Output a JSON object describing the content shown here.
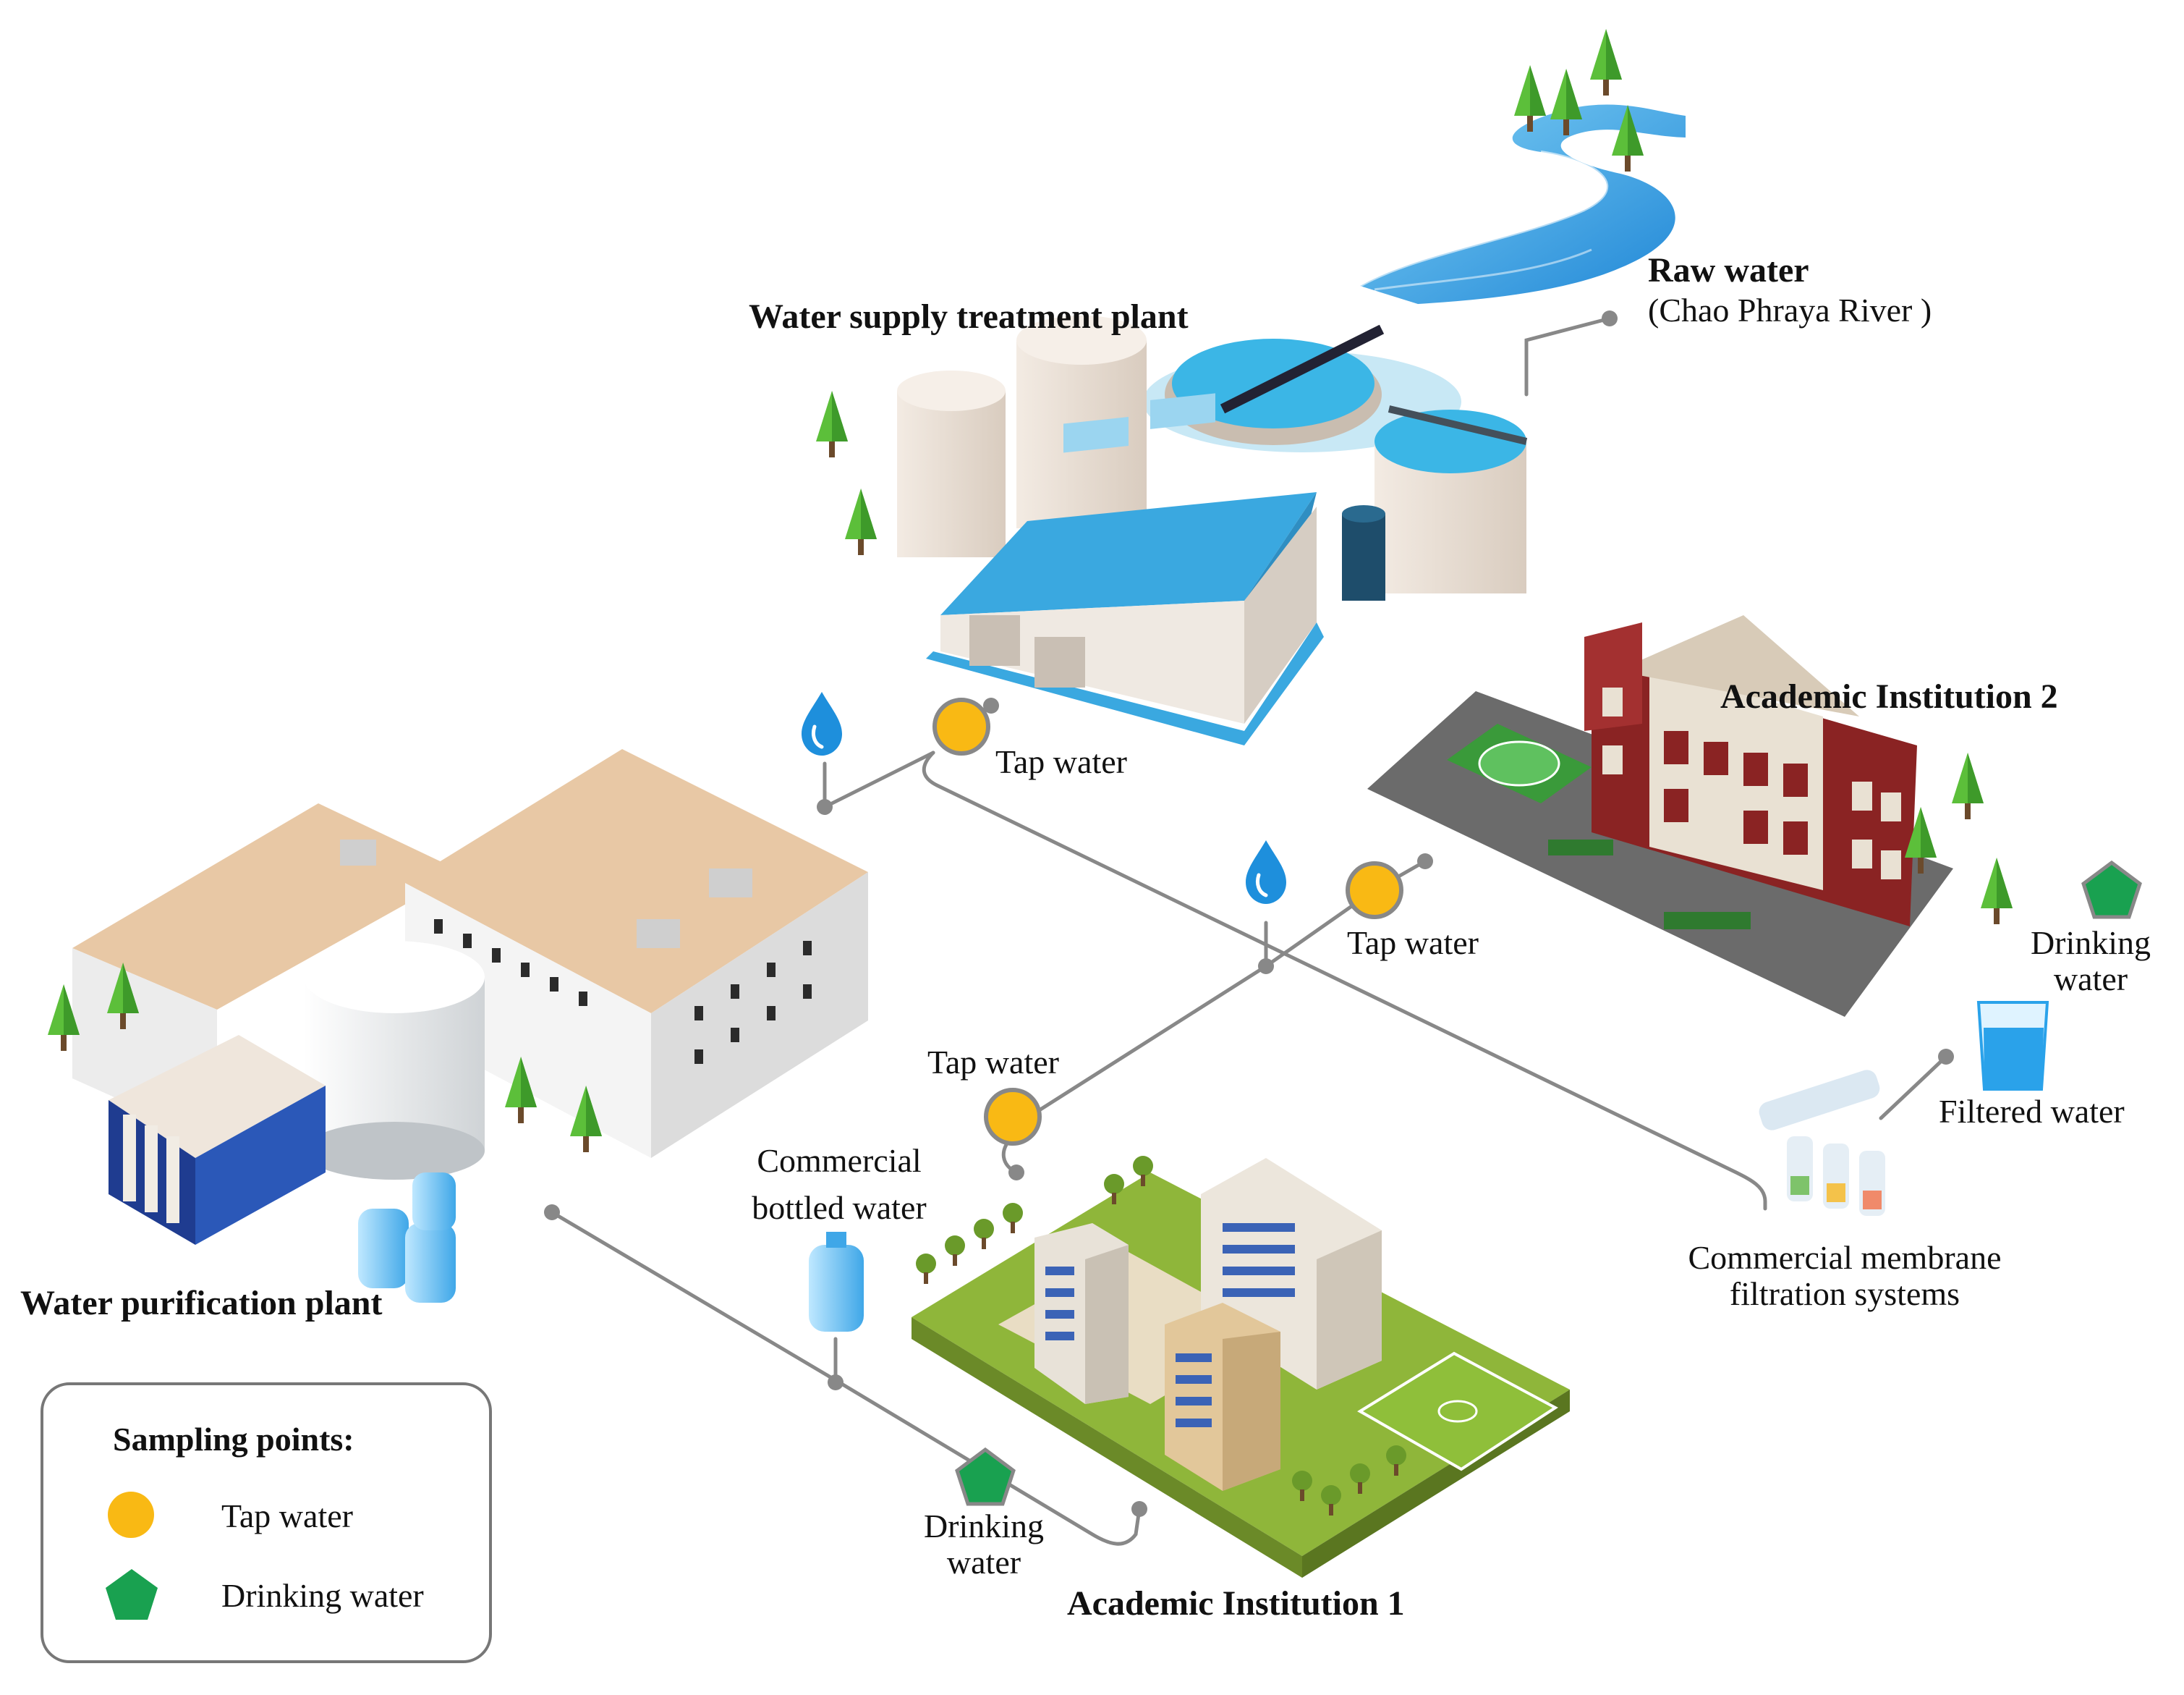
{
  "labels": {
    "raw_water_title": "Raw water",
    "raw_water_source": "(Chao Phraya River )",
    "treatment_plant": "Water supply treatment plant",
    "academic_2": "Academic Institution 2",
    "academic_1": "Academic Institution 1",
    "purification_plant": "Water purification plant",
    "tap_water_1": "Tap water",
    "tap_water_2": "Tap water",
    "tap_water_3": "Tap water",
    "commercial_bottled_1": "Commercial",
    "commercial_bottled_2": "bottled water",
    "drinking_water_2_l1": "Drinking",
    "drinking_water_2_l2": "water",
    "drinking_water_1_l1": "Drinking",
    "drinking_water_1_l2": "water",
    "filtered_water": "Filtered water",
    "membrane_l1": "Commercial membrane",
    "membrane_l2": "filtration systems"
  },
  "legend": {
    "title": "Sampling points:",
    "items": [
      {
        "label": "Tap water",
        "marker": "circle",
        "color": "#f9b914"
      },
      {
        "label": "Drinking water",
        "marker": "pentagon",
        "color": "#19a150"
      }
    ]
  },
  "colors": {
    "tap_marker": "#f9b914",
    "drinking_marker": "#19a150",
    "pipe": "#888888",
    "water": "#2d9be0",
    "roof_blue": "#3aa8e0",
    "building_wall": "#efe9e2",
    "brick": "#8a2323",
    "grass": "#8fb63a",
    "tree": "#4aa832"
  }
}
